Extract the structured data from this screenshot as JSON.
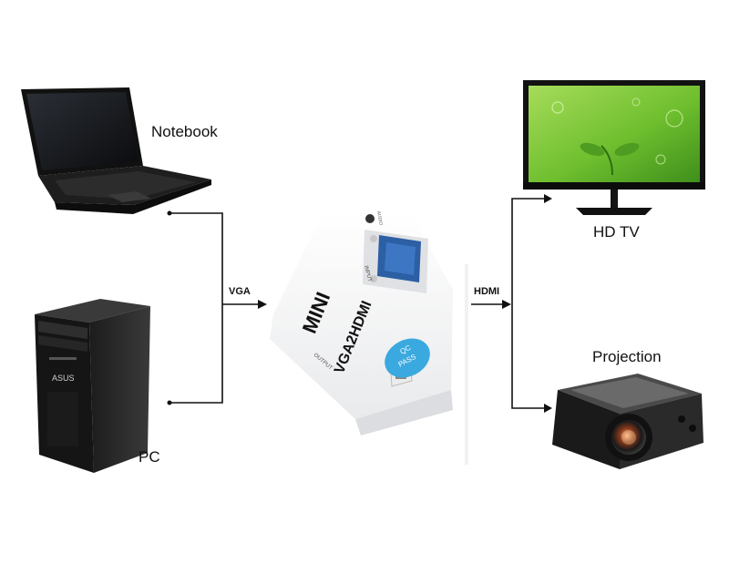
{
  "devices": {
    "notebook": "Notebook",
    "pc": "PC",
    "hd_tv": "HD TV",
    "projection": "Projection"
  },
  "connections": {
    "input": "VGA",
    "output": "HDMI"
  },
  "converter": {
    "brand_text": "MINI",
    "model_text": "VGA2HDMI",
    "port_input": "INPUT",
    "port_output": "OUTPUT",
    "port_audio": "AUDIO",
    "badge_line1": "QC",
    "badge_line2": "PASS"
  },
  "pc_logo": "ASUS",
  "colors": {
    "line": "#111111",
    "screen_green": "#7cc43a",
    "badge_blue": "#3aa9df"
  }
}
